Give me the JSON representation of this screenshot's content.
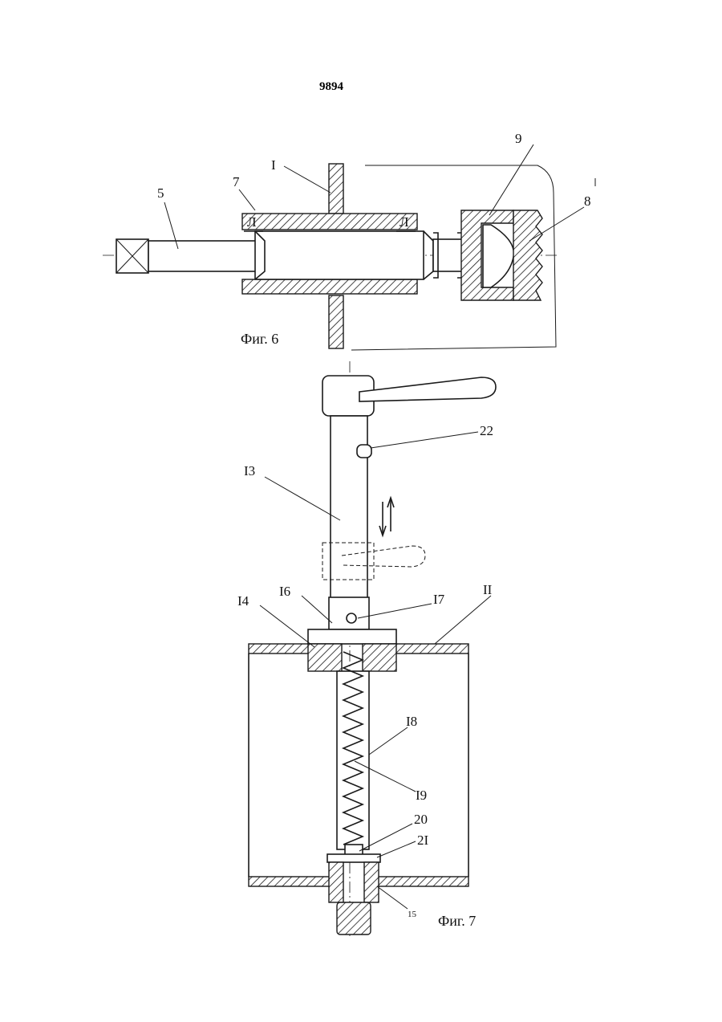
{
  "page": {
    "number": "9894"
  },
  "fig6": {
    "caption": "Фиг. 6",
    "labels": {
      "l1": "I",
      "l5": "5",
      "l7": "7",
      "l8": "8",
      "l9": "9",
      "lmark_left": "Л",
      "lmark_right": "Л"
    }
  },
  "fig7": {
    "caption": "Фиг. 7",
    "labels": {
      "l11": "II",
      "l13": "I3",
      "l14": "I4",
      "l15": "15",
      "l16": "I6",
      "l17": "I7",
      "l18": "I8",
      "l19": "I9",
      "l20": "20",
      "l21": "2I",
      "l22": "22"
    }
  }
}
